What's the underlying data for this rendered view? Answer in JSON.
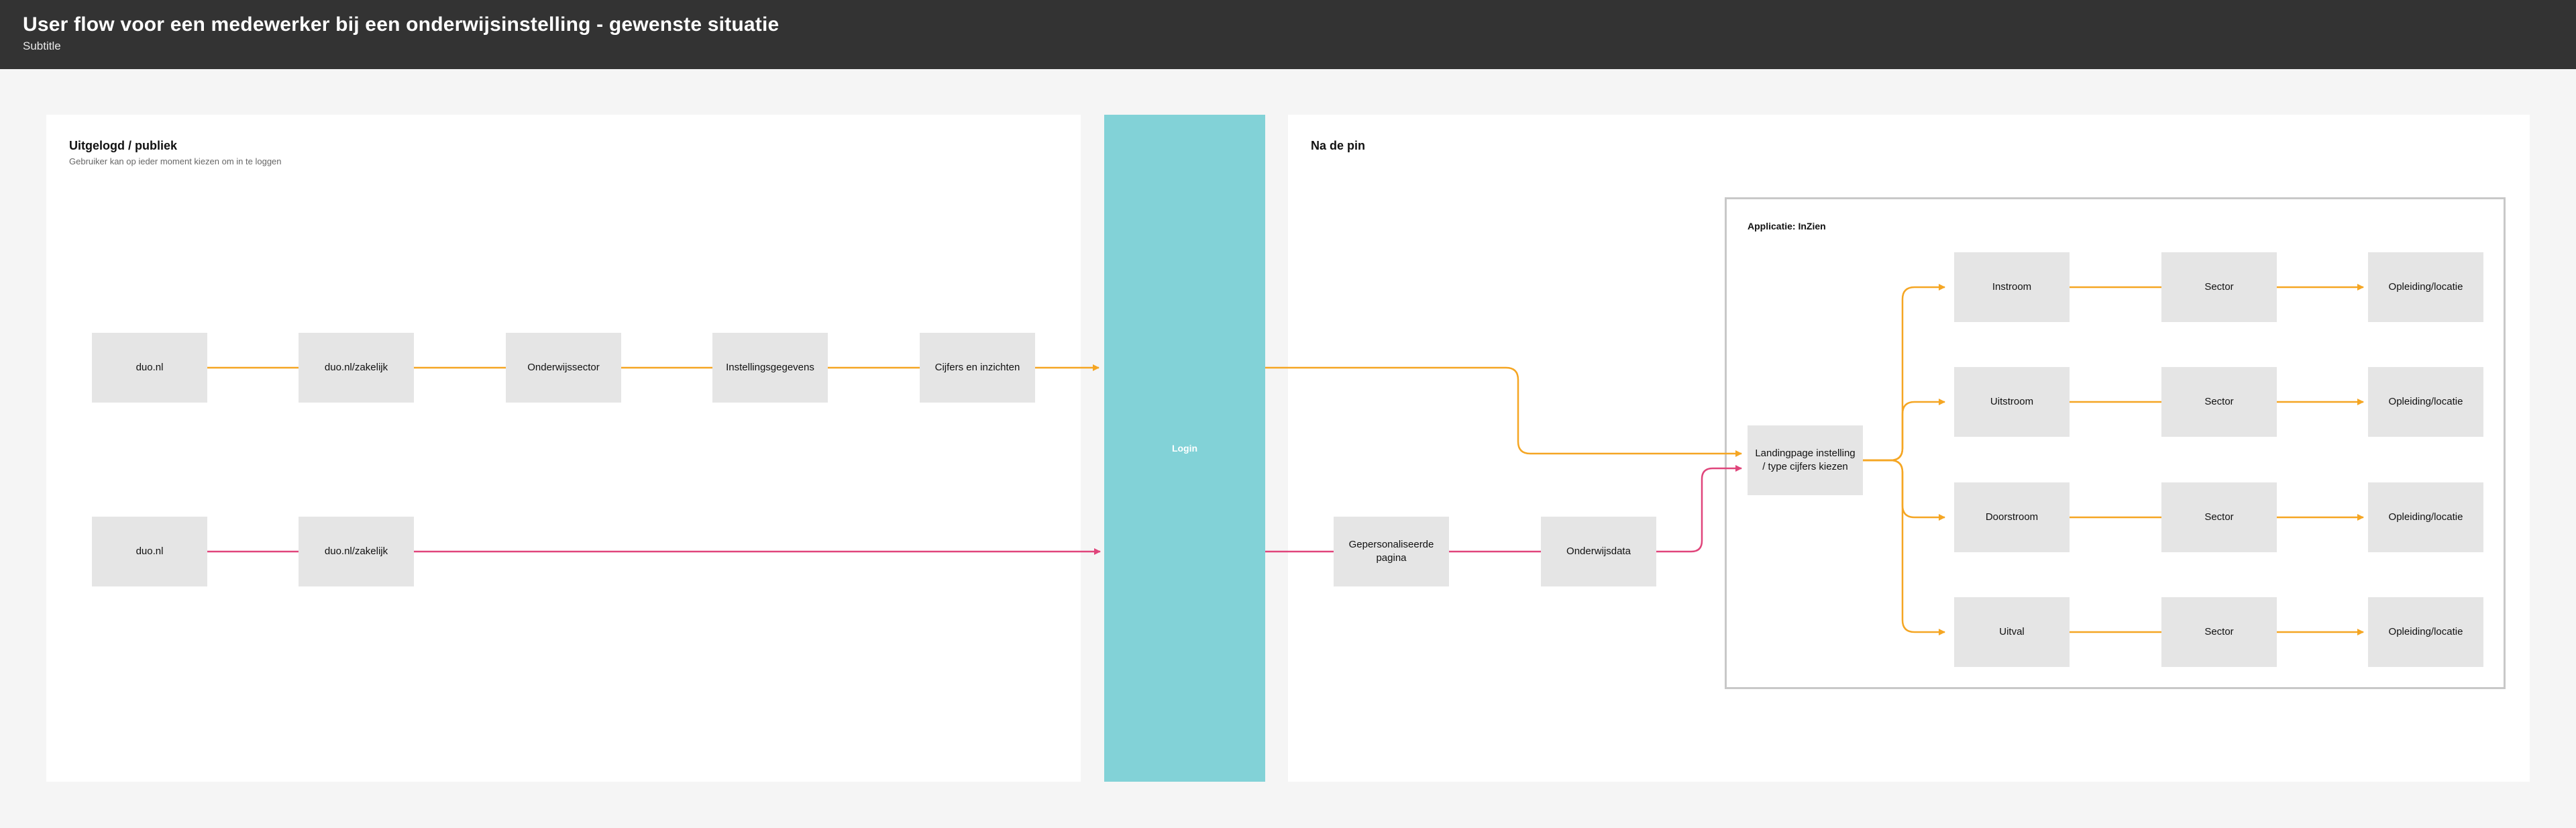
{
  "header": {
    "title": "User flow voor een medewerker bij een onderwijsinstelling - gewenste situatie",
    "subtitle": "Subtitle"
  },
  "left_panel": {
    "title": "Uitgelogd / publiek",
    "subtitle": "Gebruiker kan op ieder moment kiezen om in te loggen"
  },
  "login": {
    "label": "Login"
  },
  "right_panel": {
    "title": "Na de pin"
  },
  "app_group": {
    "title": "Applicatie: InZien"
  },
  "nodes": {
    "row1_duo": "duo.nl",
    "row1_zakelijk": "duo.nl/zakelijk",
    "row1_onderwijssector": "Onderwijssector",
    "row1_instellingsgegevens": "Instellingsgegevens",
    "row1_cijfers": "Cijfers en inzichten",
    "row2_duo": "duo.nl",
    "row2_zakelijk": "duo.nl/zakelijk",
    "gepersonaliseerde": "Gepersonaliseerde pagina",
    "onderwijsdata": "Onderwijsdata",
    "landingpage": "Landingpage instelling / type cijfers kiezen",
    "instroom": "Instroom",
    "uitstroom": "Uitstroom",
    "doorstroom": "Doorstroom",
    "uitval": "Uitval",
    "sector1": "Sector",
    "sector2": "Sector",
    "sector3": "Sector",
    "sector4": "Sector",
    "opleiding1": "Opleiding/locatie",
    "opleiding2": "Opleiding/locatie",
    "opleiding3": "Opleiding/locatie",
    "opleiding4": "Opleiding/locatie"
  },
  "colors": {
    "orange_flow": "#f5a623",
    "pink_flow": "#e0457b",
    "login_bg": "#82d2d7",
    "node_bg": "#e5e5e5",
    "header_bg": "#333333"
  }
}
